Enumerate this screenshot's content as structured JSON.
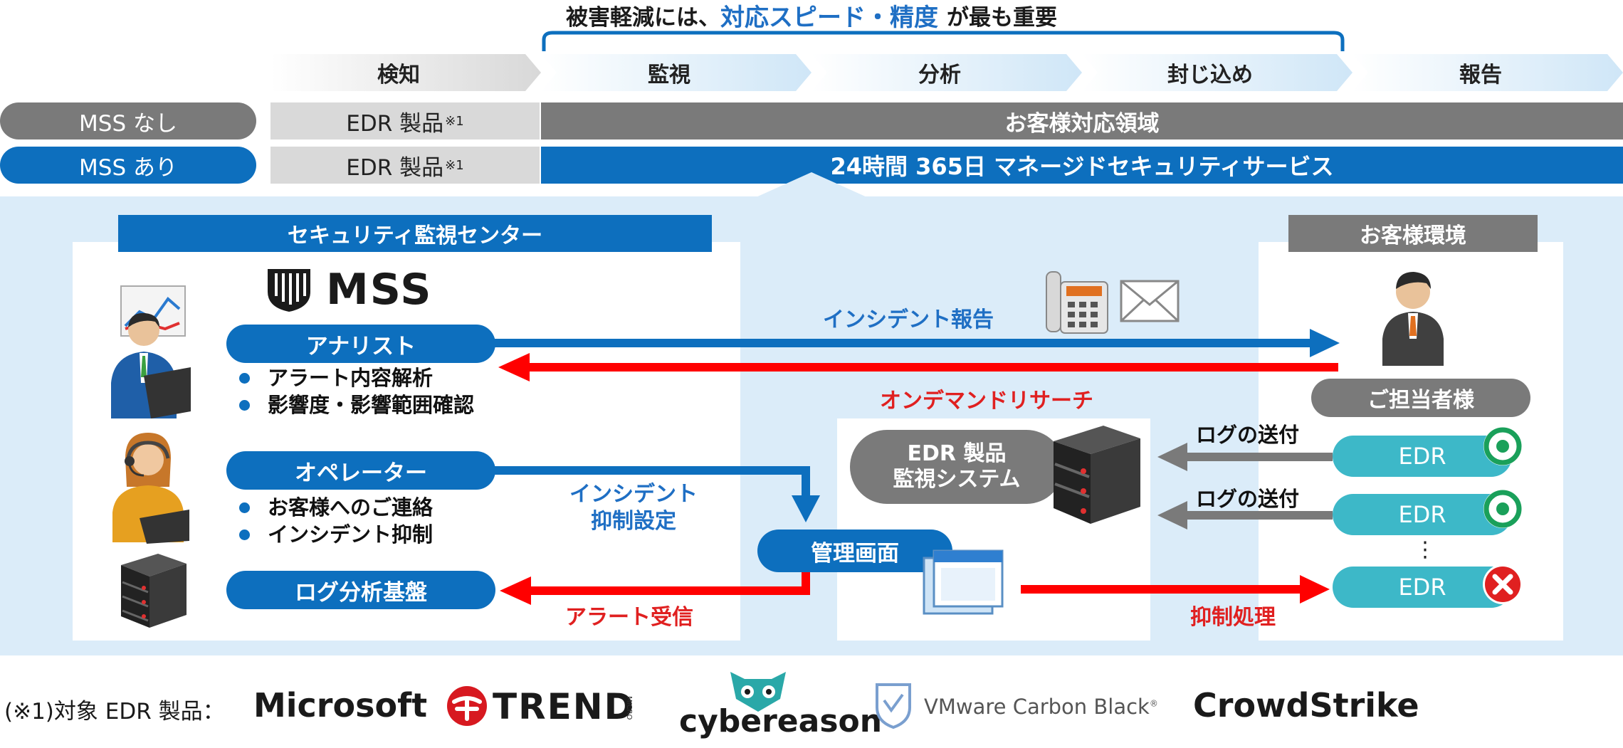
{
  "header": {
    "title_before": "被害軽減には、",
    "title_highlight": "対応スピード・精度",
    "title_after": "が最も重要"
  },
  "phases": [
    "検知",
    "監視",
    "分析",
    "封じ込め",
    "報告"
  ],
  "rows": {
    "without_mss": {
      "label": "MSS なし",
      "edr": "EDR 製品",
      "note": "※1",
      "area": "お客様対応領域"
    },
    "with_mss": {
      "label": "MSS あり",
      "edr": "EDR 製品",
      "note": "※1",
      "area": "24時間 365日 マネージドセキュリティサービス"
    }
  },
  "soc": {
    "title": "セキュリティ監視センター",
    "logo_text": "MSS",
    "analyst": {
      "label": "アナリスト",
      "tasks": [
        "アラート内容解析",
        "影響度・影響範囲確認"
      ]
    },
    "operator": {
      "label": "オペレーター",
      "tasks": [
        "お客様へのご連絡",
        "インシデント抑制"
      ]
    },
    "log_platform": "ログ分析基盤"
  },
  "flows": {
    "incident_report": "インシデント報告",
    "on_demand_research": "オンデマンドリサーチ",
    "incident_suppression_line1": "インシデント",
    "incident_suppression_line2": "抑制設定",
    "alert_receive": "アラート受信",
    "suppression": "抑制処理",
    "log_send_1": "ログの送付",
    "log_send_2": "ログの送付"
  },
  "management": {
    "label": "管理画面"
  },
  "edr_monitor": {
    "line1": "EDR 製品",
    "line2": "監視システム"
  },
  "customer": {
    "title": "お客様環境",
    "contact": "ご担当者様",
    "endpoints": [
      {
        "label": "EDR",
        "status": "ok"
      },
      {
        "label": "EDR",
        "status": "ok"
      },
      {
        "label": "EDR",
        "status": "blocked"
      }
    ],
    "ellipsis": "⋮"
  },
  "footer": {
    "note": "(※1)対象 EDR 製品：",
    "vendors": [
      "Microsoft",
      "TREND",
      "MICRO",
      "cybereason",
      "VMware Carbon Black",
      "®",
      "CrowdStrike"
    ]
  },
  "colors": {
    "blue": "#0d6fbe",
    "gray": "#7a7a7a",
    "light_gray": "#d9d9d9",
    "light_blue": "#dbecf9",
    "red": "#ff0000",
    "teal": "#3db8c8",
    "green": "#1aa05a"
  },
  "icons": [
    "phone-icon",
    "mail-icon",
    "server-icon",
    "window-icon",
    "person-icon",
    "check-icon",
    "cross-icon"
  ]
}
